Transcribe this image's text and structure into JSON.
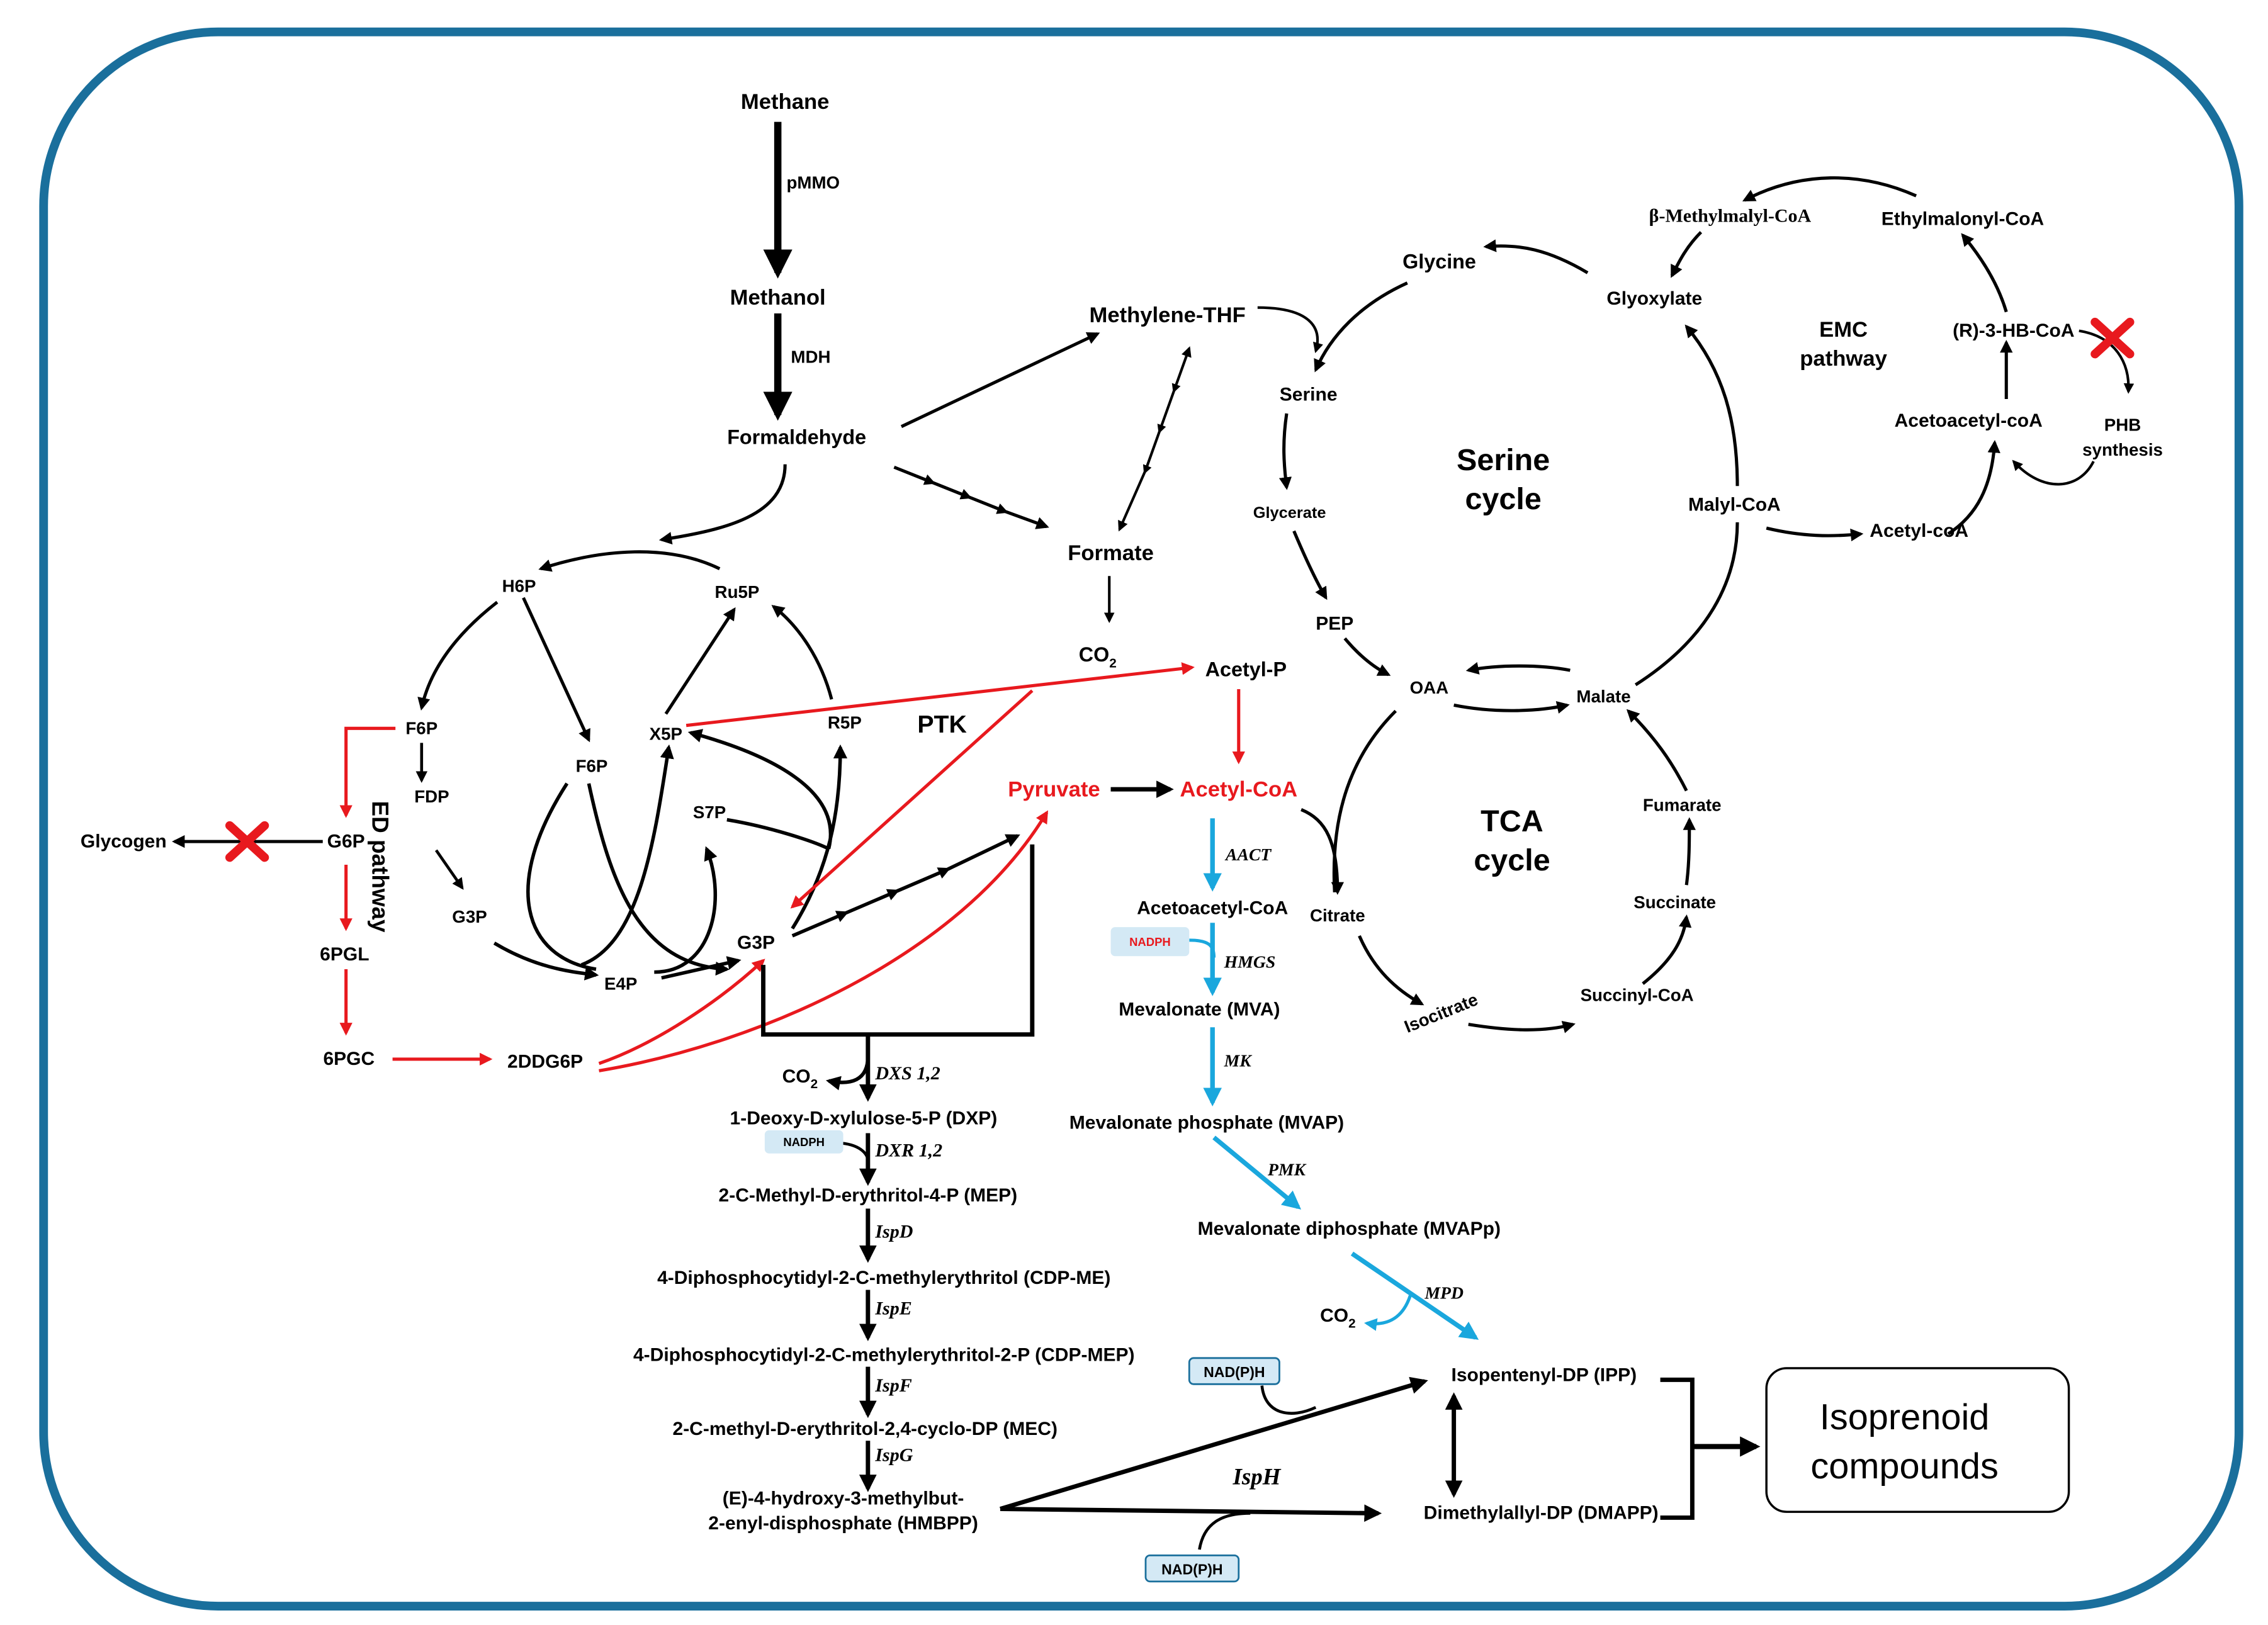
{
  "colors": {
    "frame": "#1a6f9c",
    "black": "#000000",
    "red": "#e8191e",
    "blue": "#1aa7dd",
    "cofactor_fill": "#d4e9f5",
    "cofactor_stroke": "#1a6f9c",
    "cross": "#e8191e"
  },
  "metabolites": {
    "methane": "Methane",
    "methanol": "Methanol",
    "formaldehyde": "Formaldehyde",
    "methylene_thf": "Methylene-THF",
    "formate": "Formate",
    "co2_formate": "CO",
    "acetyl_p": "Acetyl-P",
    "pyruvate": "Pyruvate",
    "acetyl_coa": "Acetyl-CoA",
    "h6p": "H6P",
    "ru5p": "Ru5P",
    "f6p_left": "F6P",
    "f6p_mid": "F6P",
    "x5p": "X5P",
    "r5p": "R5P",
    "s7p": "S7P",
    "fdp": "FDP",
    "g3p_left": "G3P",
    "g3p_main": "G3P",
    "e4p": "E4P",
    "g6p": "G6P",
    "glycogen": "Glycogen",
    "pgl": "6PGL",
    "pgc": "6PGC",
    "ddg6p": "2DDG6P",
    "glycine": "Glycine",
    "serine": "Serine",
    "glycerate": "Glycerate",
    "pep": "PEP",
    "oaa": "OAA",
    "malate": "Malate",
    "glyoxylate": "Glyoxylate",
    "malyl_coa": "Malyl-CoA",
    "acetyl_coa_emc": "Acetyl-coA",
    "b_methylmalyl": "β-Methylmalyl-CoA",
    "ethylmalonyl": "Ethylmalonyl-CoA",
    "r3hb": "(R)-3-HB-CoA",
    "acetoacetyl_emc": "Acetoacetyl-coA",
    "phb_1": "PHB",
    "phb_2": "synthesis",
    "citrate": "Citrate",
    "isocitrate": "Isocitrate",
    "succinyl_coa": "Succinyl-CoA",
    "succinate": "Succinate",
    "fumarate": "Fumarate",
    "acetoacetyl_coa": "Acetoacetyl-CoA",
    "mva": "Mevalonate (MVA)",
    "mvap": "Mevalonate phosphate (MVAP)",
    "mvapp": "Mevalonate diphosphate (MVAPp)",
    "co2_mpd": "CO",
    "co2_dxs": "CO",
    "dxp": "1-Deoxy-D-xylulose-5-P (DXP)",
    "mep": "2-C-Methyl-D-erythritol-4-P (MEP)",
    "cdp_me": "4-Diphosphocytidyl-2-C-methylerythritol (CDP-ME)",
    "cdp_mep": "4-Diphosphocytidyl-2-C-methylerythritol-2-P (CDP-MEP)",
    "mec": "2-C-methyl-D-erythritol-2,4-cyclo-DP (MEC)",
    "hmbpp_1": "(E)-4-hydroxy-3-methylbut-",
    "hmbpp_2": "2-enyl-disphosphate (HMBPP)",
    "ipp": "Isopentenyl-DP (IPP)",
    "dmapp": "Dimethylallyl-DP (DMAPP)",
    "co2_sub": "2"
  },
  "enzymes": {
    "pmmo": "pMMO",
    "mdh": "MDH",
    "ptk": "PTK",
    "aact": "AACT",
    "hmgs": "HMGS",
    "mk": "MK",
    "pmk": "PMK",
    "mpd": "MPD",
    "dxs": "DXS 1,2",
    "dxr": "DXR 1,2",
    "ispd": "IspD",
    "ispe": "IspE",
    "ispf": "IspF",
    "ispg": "IspG",
    "isph": "IspH"
  },
  "cofactors": {
    "nadph_red": "NADPH",
    "nadph_dxr": "NADPH",
    "nadph_ipp": "NAD(P)H",
    "nadph_dmapp": "NAD(P)H"
  },
  "pathways": {
    "serine_1": "Serine",
    "serine_2": "cycle",
    "tca_1": "TCA",
    "tca_2": "cycle",
    "emc_1": "EMC",
    "emc_2": "pathway",
    "ed": "ED pathway"
  },
  "output": {
    "isoprenoid_1": "Isoprenoid",
    "isoprenoid_2": "compounds"
  }
}
